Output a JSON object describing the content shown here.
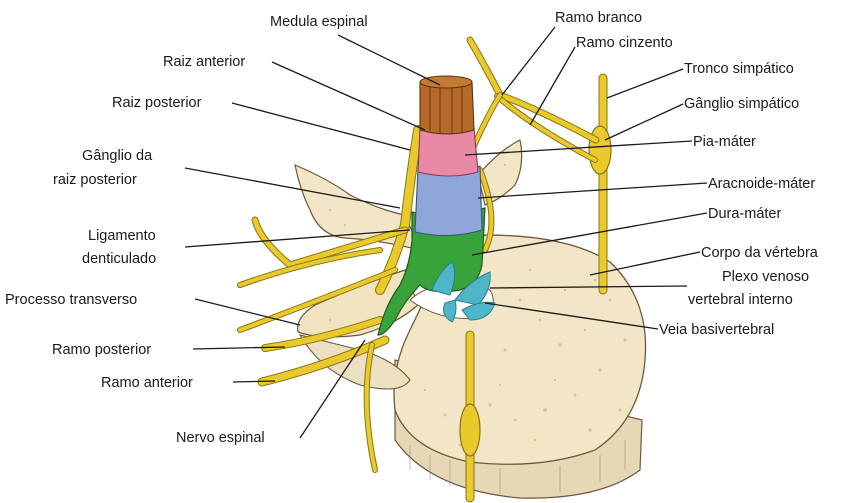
{
  "labels": {
    "medula_espinal": "Medula espinal",
    "ramo_branco": "Ramo branco",
    "ramo_cinzento": "Ramo cinzento",
    "raiz_anterior": "Raiz anterior",
    "tronco_simpatico": "Tronco simpático",
    "raiz_posterior": "Raiz posterior",
    "ganglio_simpatico": "Gânglio simpático",
    "pia_mater": "Pia-máter",
    "ganglio_raiz_1": "Gânglio da",
    "ganglio_raiz_2": "raiz posterior",
    "aracnoide_mater": "Aracnoide-máter",
    "dura_mater": "Dura-máter",
    "ligamento_1": "Ligamento",
    "ligamento_2": "denticulado",
    "corpo_vertebra": "Corpo da vértebra",
    "plexo_1": "Plexo venoso",
    "plexo_2": "vertebral interno",
    "processo_transverso": "Processo transverso",
    "veia_basivertebral": "Veia basivertebral",
    "ramo_posterior": "Ramo posterior",
    "ramo_anterior": "Ramo anterior",
    "nervo_espinal": "Nervo espinal"
  },
  "colors": {
    "bone": "#f3e6c7",
    "bone_spot": "#c4a06a",
    "spinal_cord": "#b56a2a",
    "pia_mater": "#e88aa6",
    "arachnoid": "#8fa6d8",
    "dura_mater": "#38a33a",
    "nerve": "#e9c92c",
    "vein": "#4fb6c9"
  }
}
